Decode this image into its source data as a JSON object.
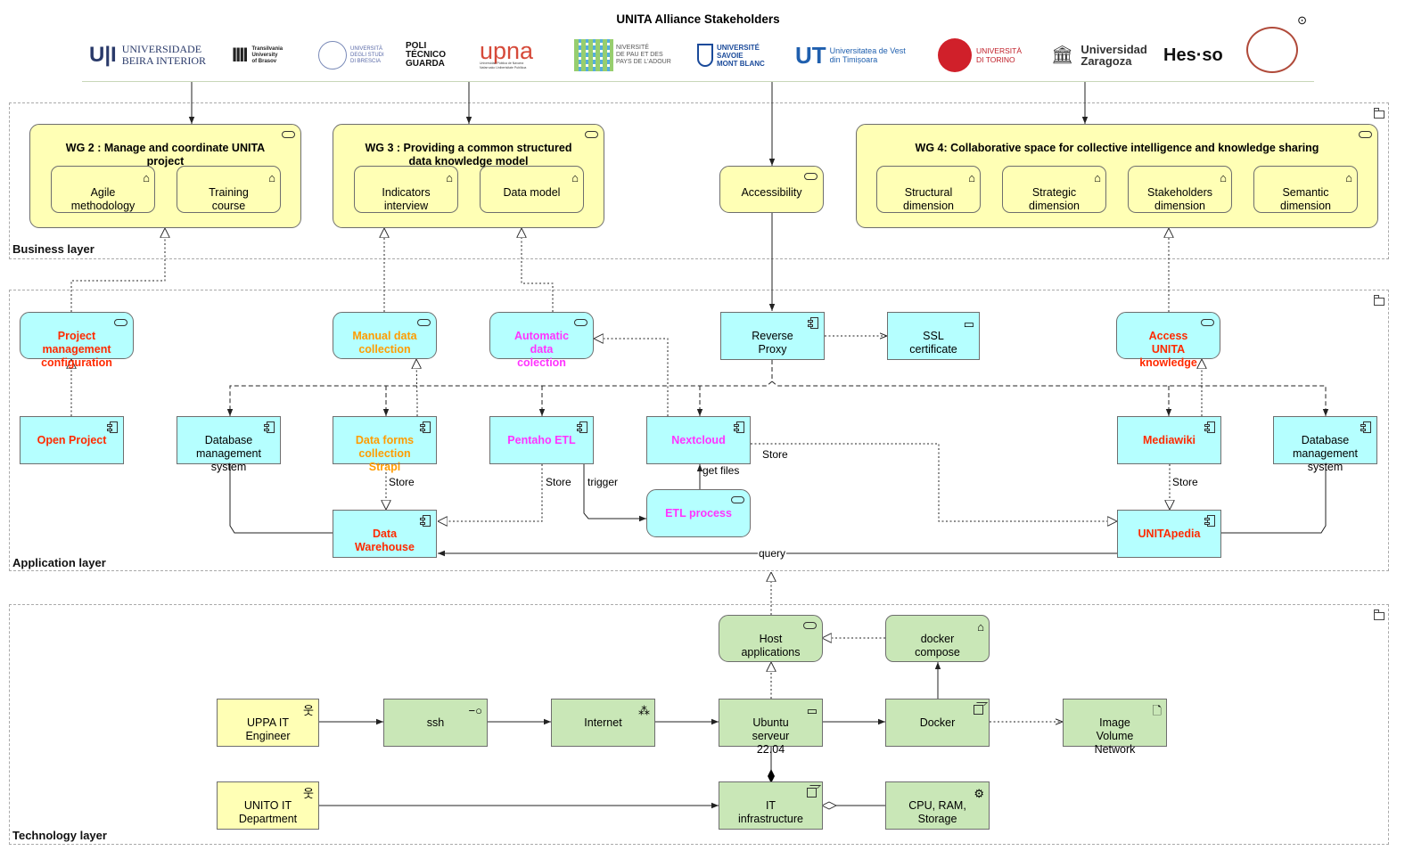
{
  "banner": {
    "title": "UNITA Alliance Stakeholders",
    "logos": [
      {
        "name": "ubi",
        "text": "UNIVERSIDADE\nBEIRA INTERIOR",
        "mark": "U|I"
      },
      {
        "name": "transilvania",
        "text": "Transilvania\nUniversity\nof Brasov",
        "mark": "IIII"
      },
      {
        "name": "brescia",
        "text": "UNIVERSITÀ\nDEGLI STUDI\nDI BRESCIA"
      },
      {
        "name": "politecnico-guarda",
        "text": "POLI\nTÉCNICO\nGUARDA"
      },
      {
        "name": "upna",
        "text": "upna",
        "sub": "Universidad Pública de Navarra\nNafarroako Unibertsitate Publikoa"
      },
      {
        "name": "uppa",
        "text": "NIVERSITÉ\nDE PAU ET DES\nPAYS DE L'ADOUR"
      },
      {
        "name": "savoie",
        "text": "UNIVERSITÉ\nSAVOIE\nMONT BLANC"
      },
      {
        "name": "uvt",
        "text": "Universitatea de Vest\ndin Timișoara"
      },
      {
        "name": "torino",
        "text": "UNIVERSITÀ\nDI TORINO"
      },
      {
        "name": "zaragoza",
        "text": "Universidad\nZaragoza"
      },
      {
        "name": "hesso",
        "text": "Hes·so"
      }
    ]
  },
  "layers": {
    "business": "Business layer",
    "application": "Application layer",
    "technology": "Technology layer"
  },
  "business": {
    "wg2": {
      "title": "WG 2 : Manage and coordinate UNITA\nproject",
      "items": [
        "Agile\nmethodology",
        "Training\ncourse"
      ]
    },
    "wg3": {
      "title": "WG 3 : Providing a common structured\ndata knowledge model",
      "items": [
        "Indicators\ninterview",
        "Data model"
      ]
    },
    "accessibility": "Accessibility",
    "wg4": {
      "title": "WG 4: Collaborative space for collective intelligence and knowledge sharing",
      "items": [
        "Structural\ndimension",
        "Strategic\ndimension",
        "Stakeholders\ndimension",
        "Semantic\ndimension"
      ]
    }
  },
  "application": {
    "project_mgmt_config": "Project\nmanagement\nconfiguration",
    "manual_data_collection": "Manual data\ncollection",
    "automatic_data_collection": "Automatic\ndata\ncolection",
    "reverse_proxy": "Reverse\nProxy",
    "ssl_certificate": "SSL\ncertificate",
    "access_unita_knowledge": "Access\nUNITA\nknowledge",
    "open_project": "Open Project",
    "dbms_left": "Database\nmanagement\nsystem",
    "data_forms_strapi": "Data forms\ncollection\nStrapi",
    "pentaho_etl": "Pentaho ETL",
    "nextcloud": "Nextcloud",
    "mediawiki": "Mediawiki",
    "dbms_right": "Database\nmanagement\nsystem",
    "etl_process": "ETL process",
    "data_warehouse": "Data\nWarehouse",
    "unitapedia": "UNITApedia",
    "edge_labels": {
      "store_strapi": "Store",
      "store_pentaho": "Store",
      "trigger": "trigger",
      "get_files": "get files",
      "store_nextcloud": "Store",
      "store_mediawiki": "Store",
      "query": "query"
    }
  },
  "technology": {
    "host_applications": "Host\napplications",
    "docker_compose": "docker\ncompose",
    "uppa_it_engineer": "UPPA IT\nEngineer",
    "ssh": "ssh",
    "internet": "Internet",
    "ubuntu_server": "Ubuntu\nserveur\n22.04",
    "docker": "Docker",
    "image_volume_network": "Image\nVolume\nNetwork",
    "unito_it_department": "UNITO IT\nDepartment",
    "it_infrastructure": "IT\ninfrastructure",
    "cpu_ram_storage": "CPU, RAM,\nStorage"
  },
  "colors": {
    "business": "#ffffb5",
    "application": "#b5ffff",
    "technology": "#c9e7b7",
    "red_text": "#ff2a00",
    "orange_text": "#ff9c00",
    "magenta_text": "#ff33ff"
  },
  "icon_names": [
    "service-icon",
    "function-icon",
    "component-icon",
    "actor-icon",
    "interface-icon",
    "network-icon",
    "device-icon",
    "node-icon",
    "artifact-icon",
    "equipment-icon",
    "folder-icon",
    "junction-icon"
  ]
}
